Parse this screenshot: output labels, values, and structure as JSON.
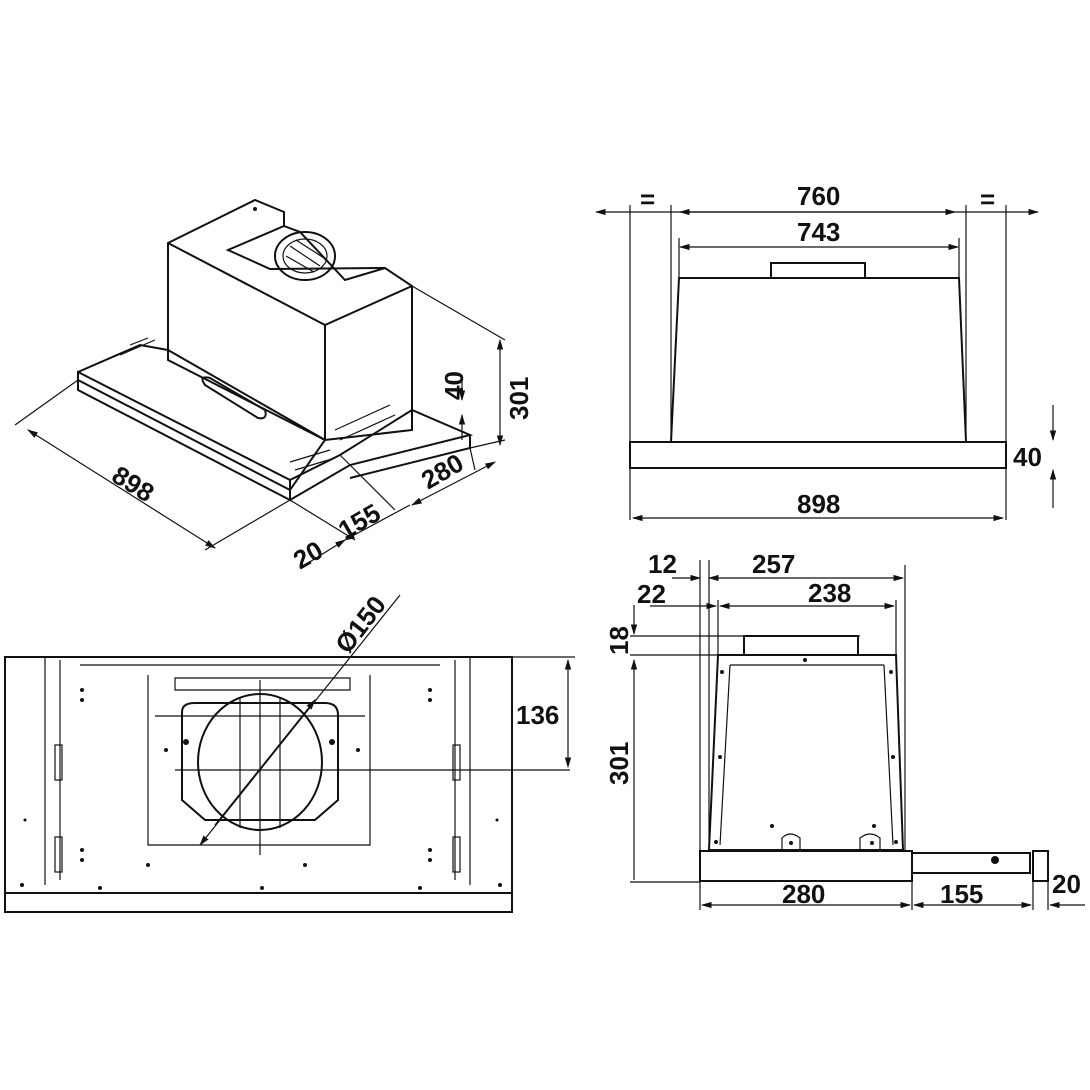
{
  "drawing": {
    "title": "Telescopic cooker hood dimension drawing",
    "units": "mm",
    "stroke_color": "#111111",
    "background_color": "#ffffff"
  },
  "iso_view": {
    "width": "898",
    "height_total": "301",
    "height_panel": "40",
    "depth_body": "280",
    "depth_drawer": "155",
    "front_thickness": "20"
  },
  "front_view": {
    "outer_width": "760",
    "inner_width": "743",
    "bottom_width": "898",
    "panel_height": "40",
    "equal_left": "=",
    "equal_right": "="
  },
  "bottom_view": {
    "duct_diameter": "Ø150",
    "duct_offset": "136"
  },
  "side_view": {
    "offset_top": "12",
    "width_top": "257",
    "offset_inner": "22",
    "width_inner": "238",
    "collar_height": "18",
    "height": "301",
    "depth": "280",
    "drawer_extension": "155",
    "front_thickness": "20"
  }
}
